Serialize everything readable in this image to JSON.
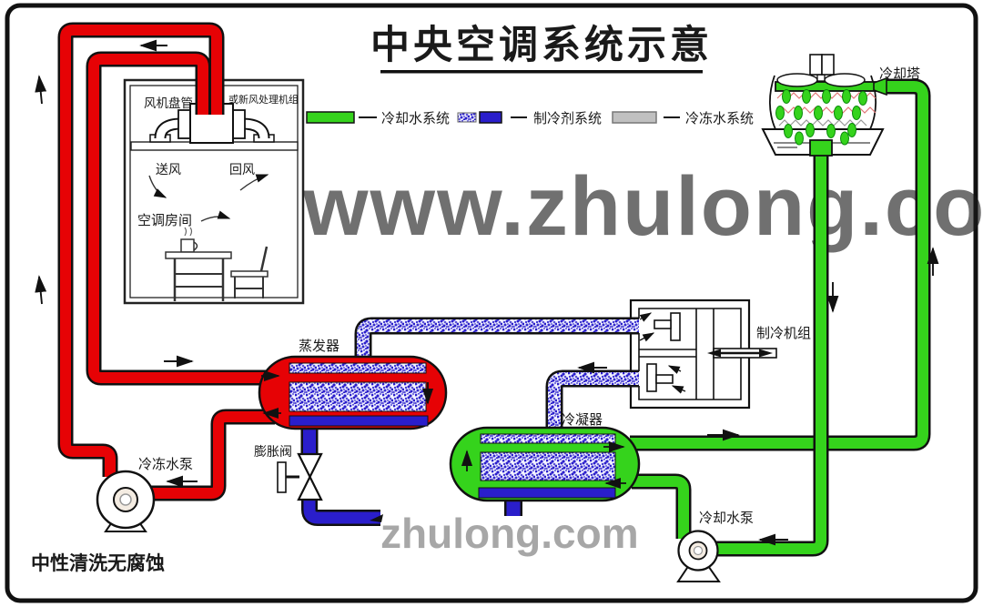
{
  "title": {
    "text": "中央空调系统示意"
  },
  "legend": {
    "cooling_water": "冷却水系统",
    "refrigerant": "制冷剂系统",
    "chilled_water": "冷冻水系统"
  },
  "room": {
    "fan_coil": "风机盘管",
    "fresh_air_unit": "或新风处理机组",
    "supply_air": "送风",
    "return_air": "回风",
    "room_name": "空调房间"
  },
  "components": {
    "evaporator": "蒸发器",
    "condenser": "冷凝器",
    "chiller_unit": "制冷机组",
    "cooling_tower": "冷却塔",
    "chilled_water_pump": "冷冻水泵",
    "cooling_water_pump": "冷却水泵",
    "expansion_valve": "膨胀阀"
  },
  "footer": {
    "note": "中性清洗无腐蚀"
  },
  "watermarks": {
    "large": "www.zhulong.com",
    "small": "zhulong.com"
  },
  "colors": {
    "cooling_water_pipe": "#35d31c",
    "refrigerant_pipe": "#2a1ecb",
    "chilled_water_pipe": "#e60205",
    "chilled_water_legend_bar": "#c0c0c0"
  }
}
